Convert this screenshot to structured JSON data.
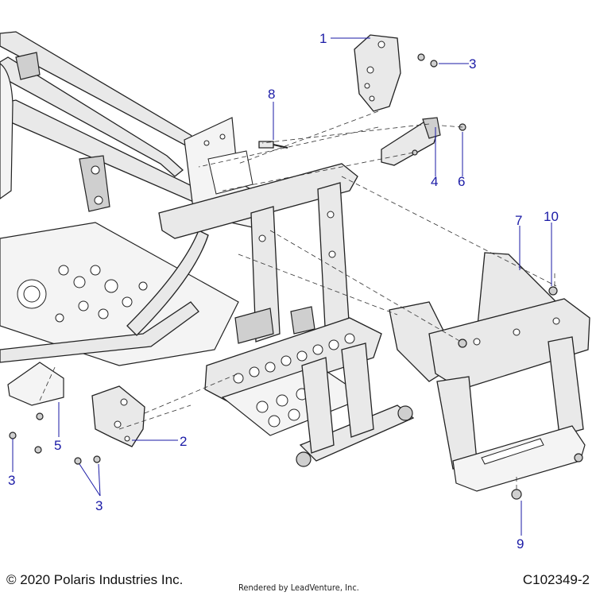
{
  "footer": {
    "copyright": "© 2020 Polaris Industries Inc.",
    "rendered_by": "Rendered by LeadVenture, Inc.",
    "diagram_code": "C102349-2"
  },
  "callouts": [
    {
      "id": "c1",
      "label": "1"
    },
    {
      "id": "c2",
      "label": "2"
    },
    {
      "id": "c3a",
      "label": "3"
    },
    {
      "id": "c3b",
      "label": "3"
    },
    {
      "id": "c3c",
      "label": "3"
    },
    {
      "id": "c4",
      "label": "4"
    },
    {
      "id": "c5",
      "label": "5"
    },
    {
      "id": "c6",
      "label": "6"
    },
    {
      "id": "c7",
      "label": "7"
    },
    {
      "id": "c8",
      "label": "8"
    },
    {
      "id": "c9",
      "label": "9"
    },
    {
      "id": "c10",
      "label": "10"
    }
  ],
  "colors": {
    "callout": "#1a1aa6",
    "line": "#222222",
    "part_fill": "#e9e9e9"
  }
}
